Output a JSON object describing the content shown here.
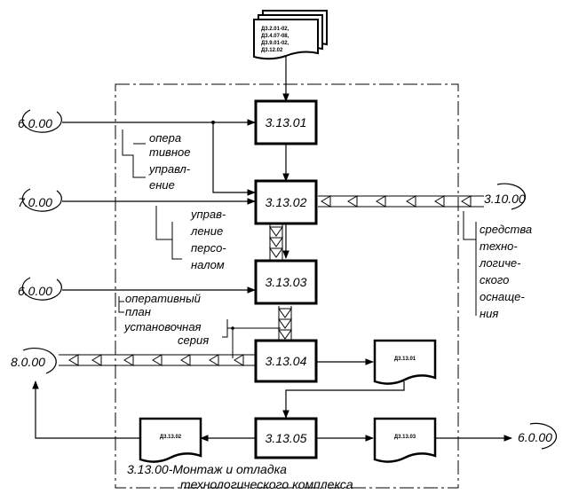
{
  "nodes": {
    "n1": "3.13.01",
    "n2": "3.13.02",
    "n3": "3.13.03",
    "n4": "3.13.04",
    "n5": "3.13.05"
  },
  "ext": {
    "in1": "6.0.00",
    "in2": "7.0.00",
    "in3": "6.0.00",
    "out_left": "8.0.00",
    "in_right": "3.10.00",
    "out_right": "6.0.00"
  },
  "docs": {
    "top": [
      "Д3.2.01-02,",
      "Д3.4.07-08,",
      "Д3.9.01-02,",
      "Д3.12.02"
    ],
    "d1301": "Д3.13.01",
    "d1302": "Д3.13.02",
    "d1303": "Д3.13.03"
  },
  "labels": {
    "op": [
      "опера",
      "тивное",
      "управл-",
      "ение"
    ],
    "pers": [
      "управ-",
      "ление",
      "персо-",
      "налом"
    ],
    "plan": [
      "оперативный",
      "план"
    ],
    "seria": [
      "установочная",
      "серия"
    ],
    "sredstva": [
      "средства",
      "техно-",
      "логиче-",
      "ского",
      "оснаще-",
      "ния"
    ]
  },
  "caption": [
    "3.13.00-Монтаж и отладка",
    "технологического комплекса"
  ]
}
